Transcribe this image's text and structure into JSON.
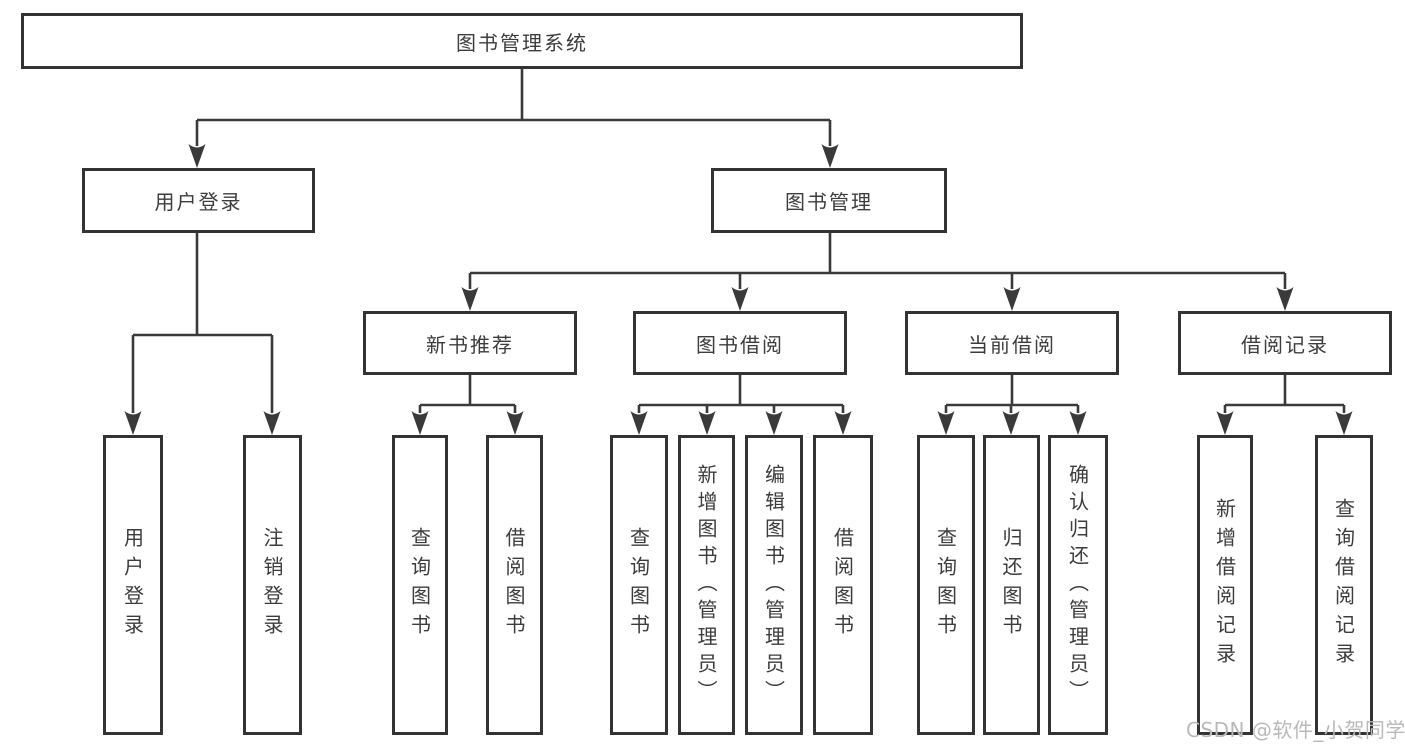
{
  "diagram": {
    "type": "hierarchy-tree",
    "colors": {
      "background": "#ffffff",
      "box_border": "#333333",
      "connector": "#3a3a3a",
      "text": "#3c3c3c",
      "watermark": "#b9b9b9"
    },
    "nodes": {
      "root": "图书管理系统",
      "level2": {
        "user_login": "用户登录",
        "book_mgmt": "图书管理"
      },
      "level3": {
        "new_books": "新书推荐",
        "book_borrow": "图书借阅",
        "current_borrow": "当前借阅",
        "borrow_records": "借阅记录"
      },
      "leaves": {
        "user_login": [
          "用户登录",
          "注销登录"
        ],
        "new_books": [
          "查询图书",
          "借阅图书"
        ],
        "book_borrow": [
          "查询图书",
          "新增图书（管理员）",
          "编辑图书（管理员）",
          "借阅图书"
        ],
        "current_borrow": [
          "查询图书",
          "归还图书",
          "确认归还（管理员）"
        ],
        "borrow_records": [
          "新增借阅记录",
          "查询借阅记录"
        ]
      }
    },
    "edges": [
      "图书管理系统 -> 用户登录",
      "图书管理系统 -> 图书管理",
      "用户登录 -> 用户登录(叶), 注销登录",
      "图书管理 -> 新书推荐, 图书借阅, 当前借阅, 借阅记录",
      "新书推荐 -> 查询图书, 借阅图书",
      "图书借阅 -> 查询图书, 新增图书（管理员）, 编辑图书（管理员）, 借阅图书",
      "当前借阅 -> 查询图书, 归还图书, 确认归还（管理员）",
      "借阅记录 -> 新增借阅记录, 查询借阅记录"
    ]
  },
  "watermark": "CSDN @软件_小贺同学"
}
